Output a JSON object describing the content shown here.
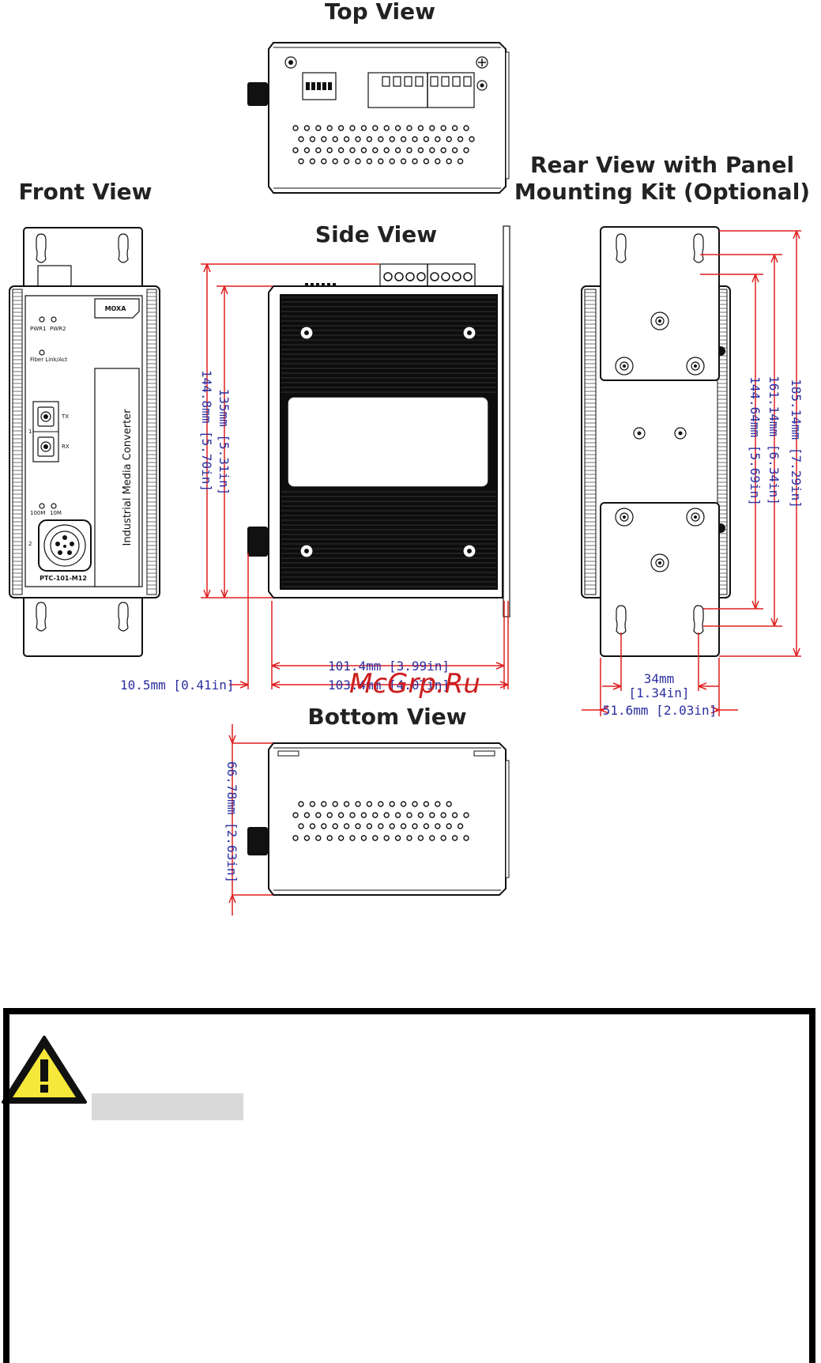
{
  "titles": {
    "top_view": "Top View",
    "front_view": "Front View",
    "side_view": "Side View",
    "rear_view_line1": "Rear View with Panel",
    "rear_view_line2": "Mounting Kit (Optional)",
    "bottom_view": "Bottom View"
  },
  "front_labels": {
    "brand": "MOXA",
    "pwr1": "PWR1",
    "pwr2": "PWR2",
    "fiber": "Fiber Link/Act",
    "tx": "TX",
    "rx": "RX",
    "port1": "1",
    "port2": "2",
    "speed_100m": "100M",
    "speed_10m": "10M",
    "product_name": "Industrial Media Converter",
    "model": "PTC-101-M12"
  },
  "dimensions": {
    "height_144_8": "144.8mm [5.70in]",
    "height_135": "135mm [5.31in]",
    "depth_10_5": "10.5mm [0.41in]",
    "depth_101_4": "101.4mm [3.99in]",
    "depth_103_4": "103.4mm [4.07in]",
    "rear_185_14": "185.14mm [7.29in]",
    "rear_161_14": "161.14mm [6.34in]",
    "rear_144_64": "144.64mm [5.69in]",
    "rear_34": "34mm",
    "rear_34_in": "[1.34in]",
    "rear_51_6": "51.6mm [2.03in]",
    "bottom_66_78": "66.78mm [2.63in]"
  },
  "watermark": "McGrp.Ru",
  "colors": {
    "dimension_line": "#e01e1e",
    "dimension_text": "#2b2fa0",
    "warning_yellow": "#f5e83a"
  }
}
